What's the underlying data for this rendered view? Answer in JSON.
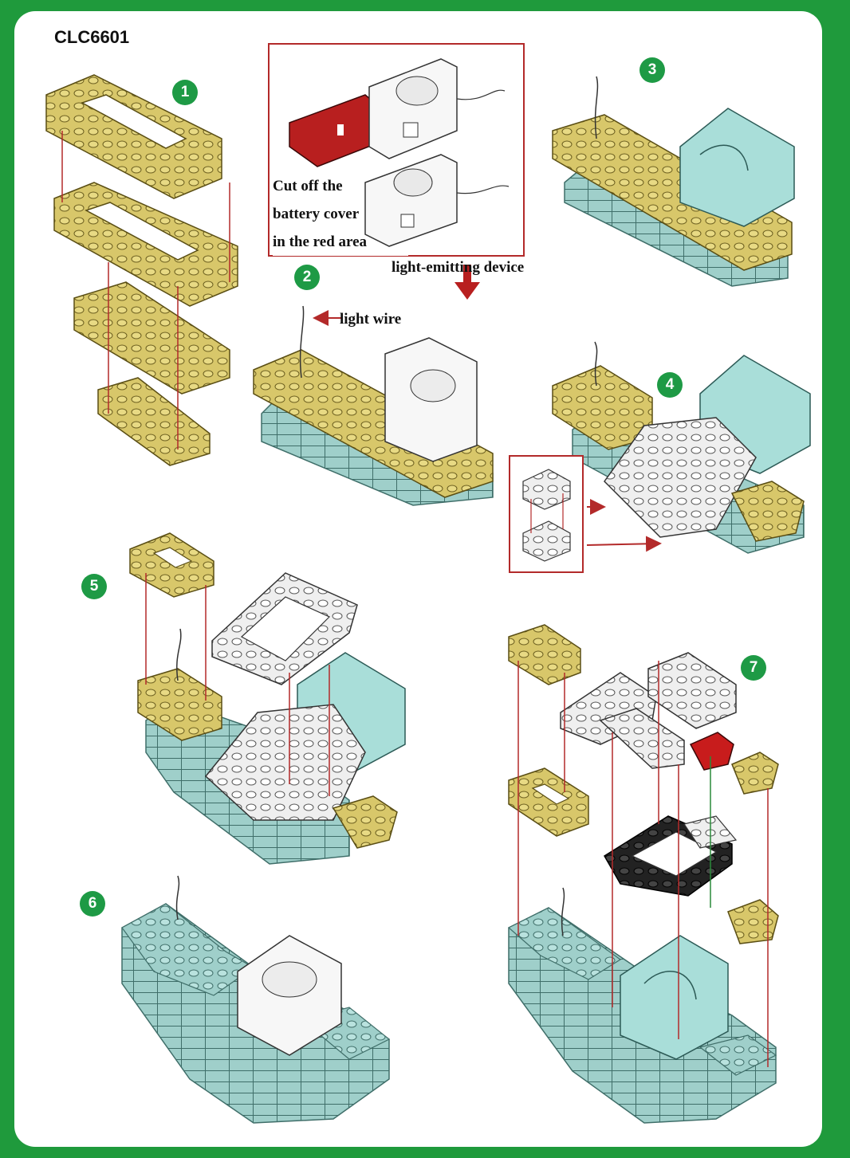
{
  "model_code": "CLC6601",
  "steps": [
    "1",
    "2",
    "3",
    "4",
    "5",
    "6",
    "7"
  ],
  "battery_note": {
    "lines": [
      "Cut off the",
      "battery cover",
      "in the red area"
    ]
  },
  "labels": {
    "light_device": "light-emitting device",
    "light_wire": "light wire"
  },
  "colors": {
    "frame": "#1f9a3c",
    "badge": "#1e9a45",
    "yellow_brick": "#d8c76a",
    "teal_brick": "#9fcfca",
    "white_brick": "#f2f2f2",
    "battery_box": "#a9ded9",
    "cover_red": "#b81f1f",
    "guide_line": "#b32a2a"
  }
}
